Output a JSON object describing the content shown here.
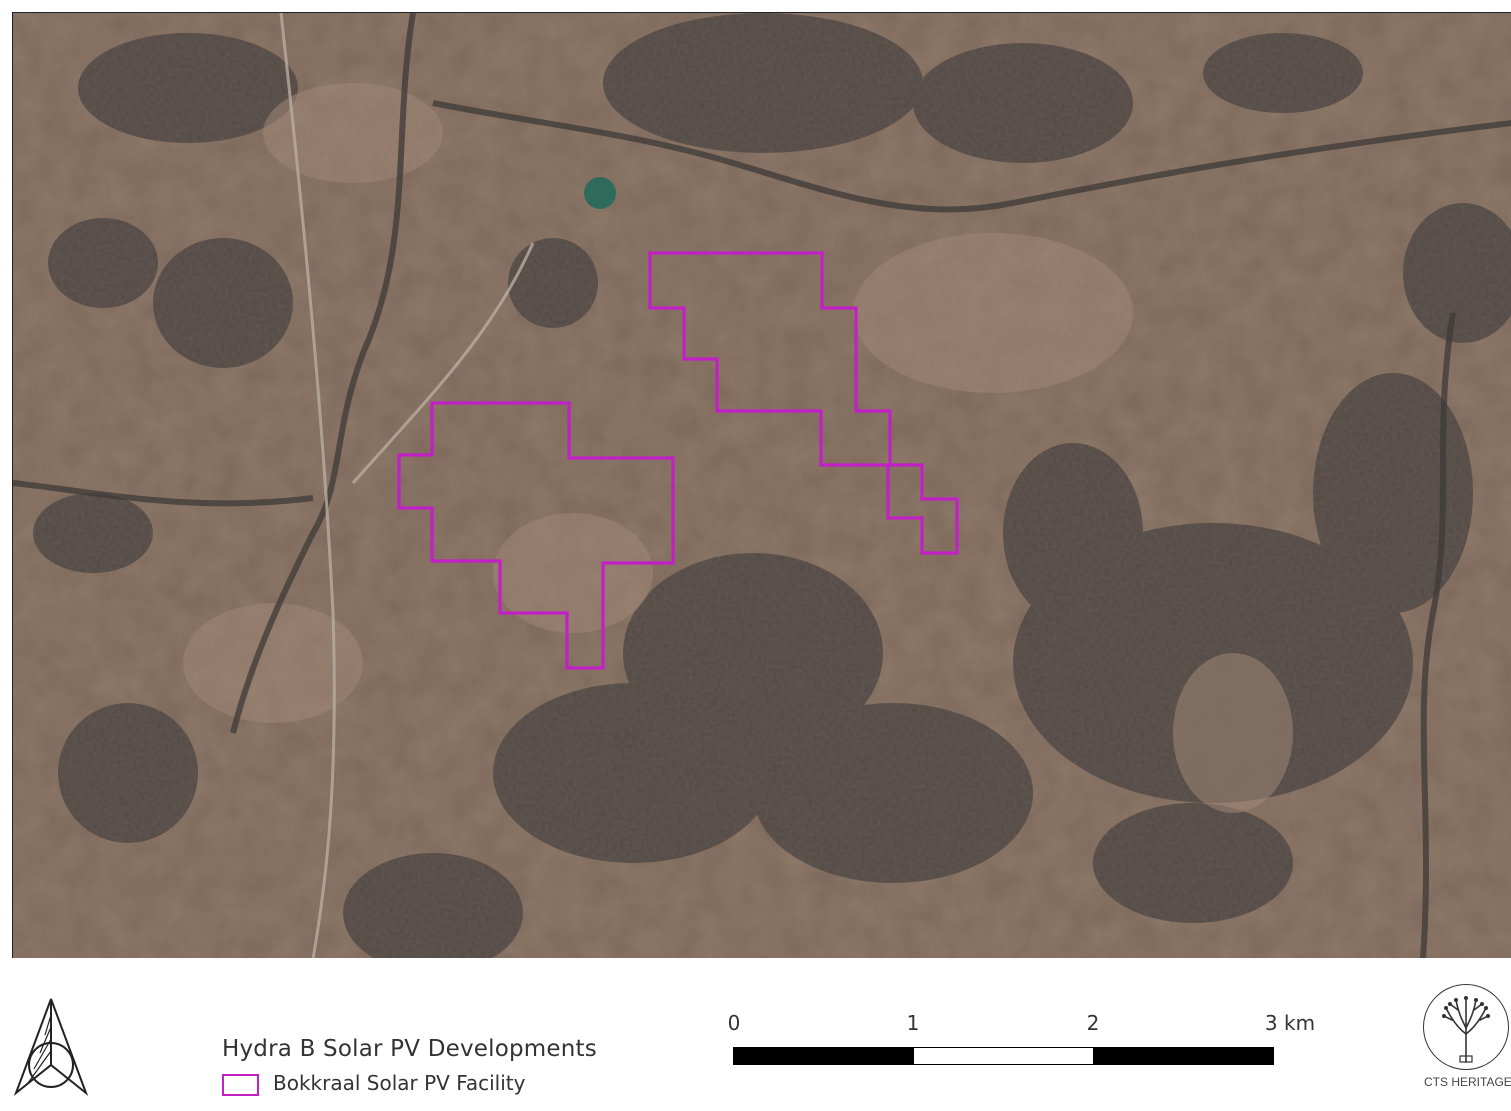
{
  "map": {
    "basemap": "satellite imagery",
    "boundary_color": "#c21fc6"
  },
  "legend": {
    "title": "Hydra B Solar PV Developments",
    "items": [
      {
        "label": "Bokkraal Solar PV Facility",
        "color": "#c21fc6",
        "symbol": "outline-rectangle"
      }
    ]
  },
  "scale_bar": {
    "ticks": [
      "0",
      "1",
      "2",
      "3 km"
    ],
    "segments": [
      "black",
      "white",
      "black"
    ]
  },
  "north_arrow": {
    "icon": "north-arrow-icon"
  },
  "logo": {
    "text": "CTS HERITAGE",
    "icon": "tree-icon"
  }
}
